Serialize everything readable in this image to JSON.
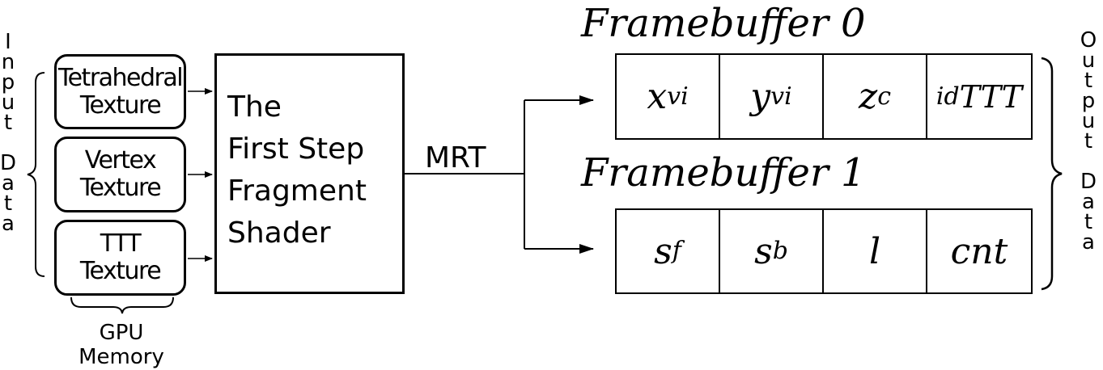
{
  "input_label": [
    "I",
    "n",
    "p",
    "u",
    "t",
    "",
    "D",
    "a",
    "t",
    "a"
  ],
  "output_label": [
    "O",
    "u",
    "t",
    "p",
    "u",
    "t",
    "",
    "D",
    "a",
    "t",
    "a"
  ],
  "textures": [
    {
      "line1": "Tetrahedral",
      "line2": "Texture"
    },
    {
      "line1": "Vertex",
      "line2": "Texture"
    },
    {
      "line1": "TTT",
      "line2": "Texture"
    }
  ],
  "gpu_memory": {
    "line1": "GPU",
    "line2": "Memory"
  },
  "shader": {
    "line1": "The",
    "line2": "First Step",
    "line3": "Fragment",
    "line4": "Shader"
  },
  "mrt_label": "MRT",
  "framebuffer0": {
    "title": "Framebuffer  0",
    "cells": [
      {
        "base": "x",
        "sub": "vi"
      },
      {
        "base": "y",
        "sub": "vi"
      },
      {
        "base": "z",
        "sub": "c"
      },
      {
        "sup": "id",
        "base": "TTT"
      }
    ]
  },
  "framebuffer1": {
    "title": "Framebuffer 1",
    "cells": [
      {
        "base": "s",
        "sub": "f"
      },
      {
        "base": "s",
        "sub": "b"
      },
      {
        "base": "l"
      },
      {
        "base": "cnt"
      }
    ]
  }
}
